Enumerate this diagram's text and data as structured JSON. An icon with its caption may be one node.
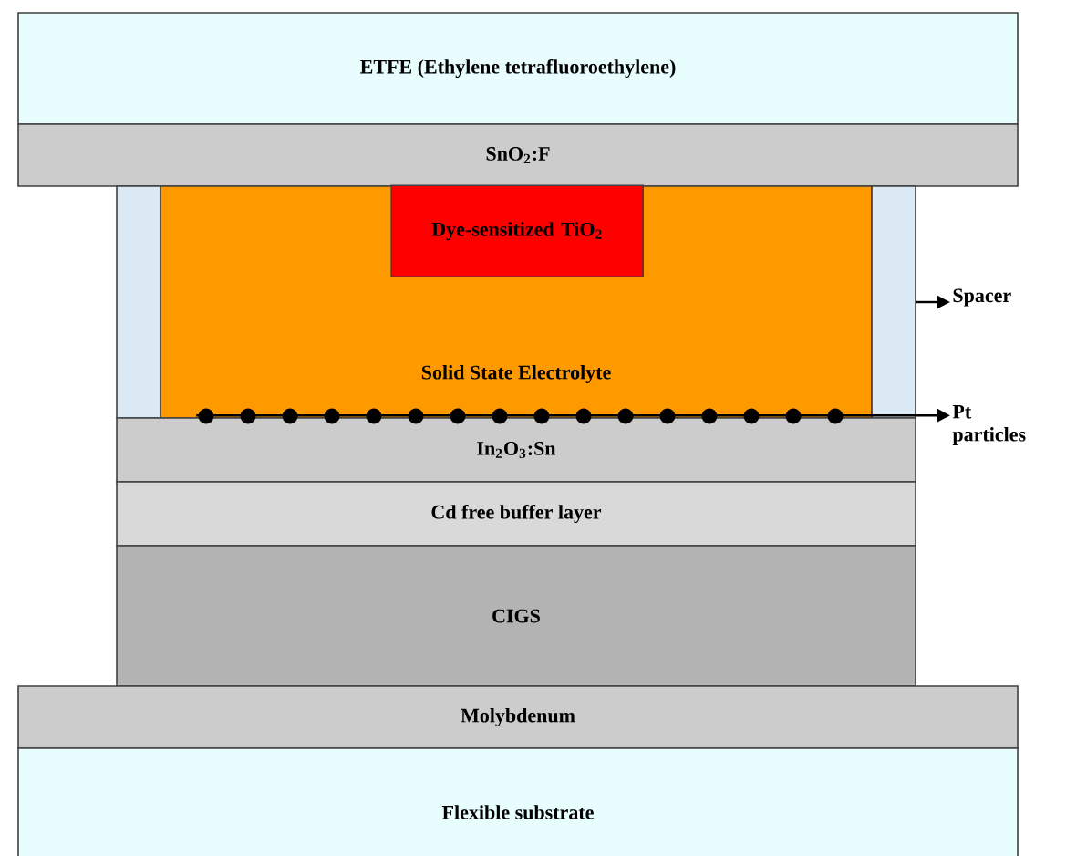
{
  "diagram": {
    "nodes": [
      {
        "text": [
          "ETFE (Ethylene tetrafluoroethylene)"
        ]
      },
      {
        "text": [
          "SnO$_{2}$:F"
        ]
      },
      {
        "text": [],
        "shape": "box"
      },
      {
        "text": [
          "Solid State Electrolyte"
        ]
      },
      {
        "text": [
          "Dye-sensitized TiO$_{2}$"
        ],
        "in": 3
      },
      {
        "text": [],
        "shape": "box"
      },
      {
        "text": [
          "In$_{2}$O$_{3}$:Sn"
        ]
      },
      {
        "text": [
          "Cd free buffer layer"
        ]
      },
      {
        "text": [
          "CIGS"
        ]
      },
      {
        "text": [
          "Molybdenum"
        ]
      },
      {
        "text": [
          "Flexible substrate"
        ]
      },
      {
        "text": [
          "Spacer"
        ]
      },
      {
        "text": [
          "Pt particles"
        ]
      }
    ],
    "edges": [
      {
        "from": 5,
        "to": 11,
        "arrow": "to"
      },
      {
        "from": 6,
        "to": 12,
        "arrow": "to"
      }
    ]
  }
}
